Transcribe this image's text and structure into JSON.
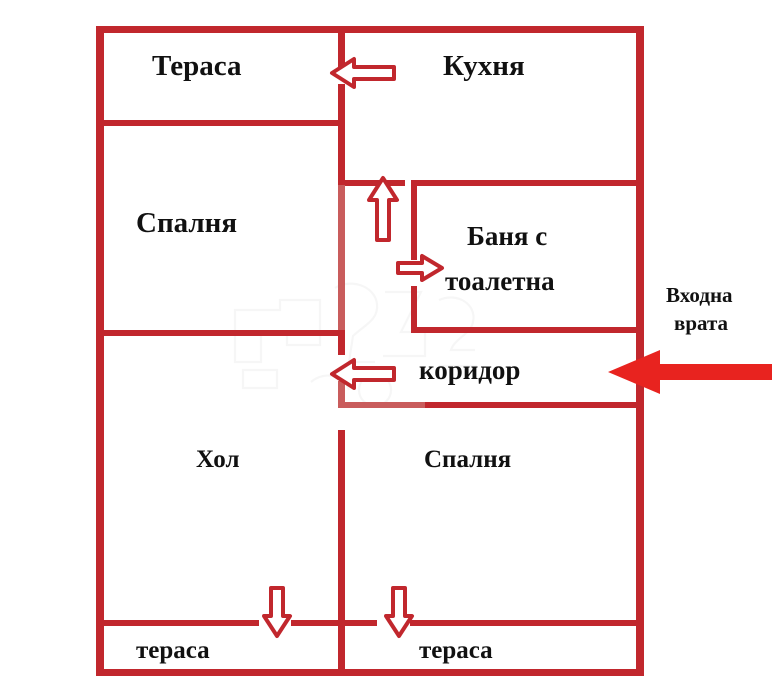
{
  "plan": {
    "type": "apartment-floor-plan",
    "language": "bg",
    "wall_color": "#c1272d",
    "entrance_arrow_color": "#e8231f",
    "label_color": "#111111",
    "background": "#ffffff"
  },
  "rooms": [
    {
      "id": "terasa_top",
      "label": "Тераса",
      "kind": "terrace"
    },
    {
      "id": "kuhnya",
      "label": "Кухня",
      "kind": "kitchen"
    },
    {
      "id": "spalnya_left",
      "label": "Спалня",
      "kind": "bedroom"
    },
    {
      "id": "banya",
      "label_line1": "Баня с",
      "label_line2": "тоалетна",
      "kind": "bathroom"
    },
    {
      "id": "koridor",
      "label": "коридор",
      "kind": "corridor"
    },
    {
      "id": "hol",
      "label": "Хол",
      "kind": "living-room"
    },
    {
      "id": "spalnya_right",
      "label": "Спалня",
      "kind": "bedroom"
    },
    {
      "id": "terasa_bottom_l",
      "label": "тераса",
      "kind": "terrace"
    },
    {
      "id": "terasa_bottom_r",
      "label": "тераса",
      "kind": "terrace"
    }
  ],
  "annotations": {
    "entrance": {
      "label_line1": "Входна",
      "label_line2": "врата",
      "arrow_direction": "left",
      "arrow_style": "solid",
      "color": "#e8231f"
    }
  },
  "door_arrows": [
    {
      "id": "door-kitchen-to-terrace",
      "direction": "left",
      "from": "Кухня",
      "to": "Тераса"
    },
    {
      "id": "door-corridor-to-kitchen",
      "direction": "up",
      "from": "коридор",
      "to": "Кухня"
    },
    {
      "id": "door-corridor-to-bath",
      "direction": "right",
      "from": "коридор",
      "to": "Баня с тоалетна"
    },
    {
      "id": "door-corridor-to-hall",
      "direction": "left",
      "from": "коридор",
      "to": "Хол"
    },
    {
      "id": "door-hall-to-terrace",
      "direction": "down",
      "from": "Хол",
      "to": "тераса"
    },
    {
      "id": "door-bedroom-to-terrace",
      "direction": "down",
      "from": "Спалня",
      "to": "тераса"
    }
  ]
}
